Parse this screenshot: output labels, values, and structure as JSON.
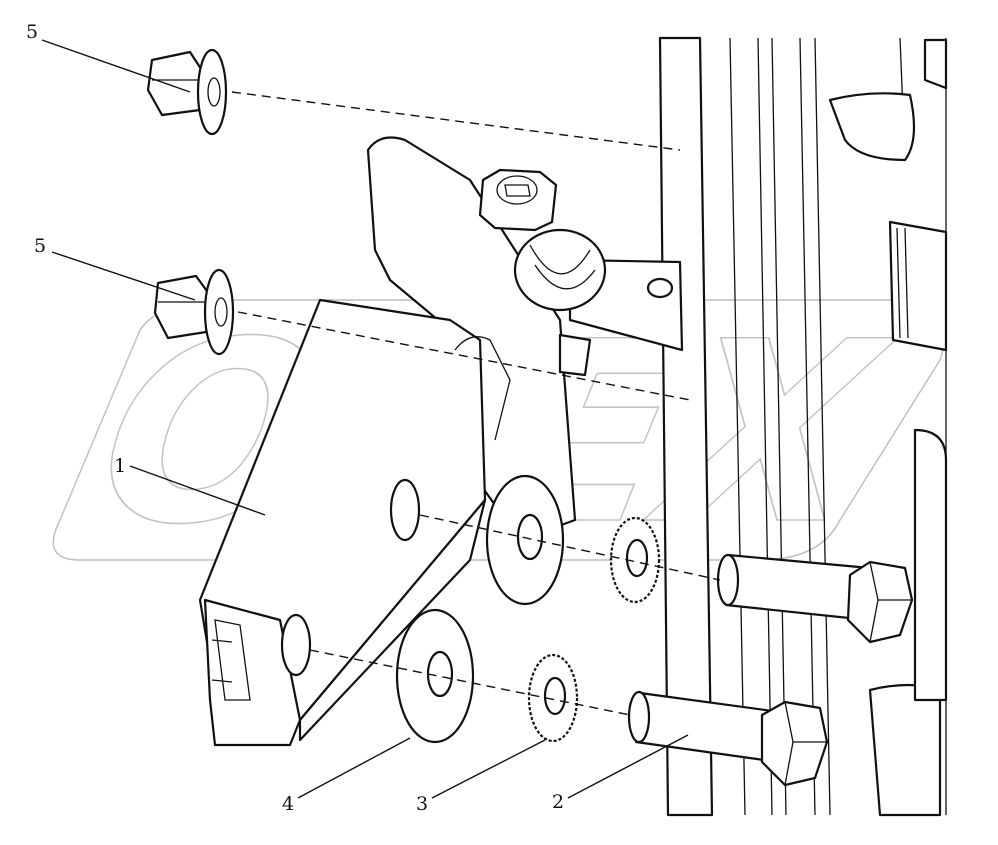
{
  "watermark": {
    "text": "OPEX"
  },
  "callouts": {
    "c1": "1",
    "c2": "2",
    "c3": "3",
    "c4": "4",
    "c5a": "5",
    "c5b": "5"
  }
}
